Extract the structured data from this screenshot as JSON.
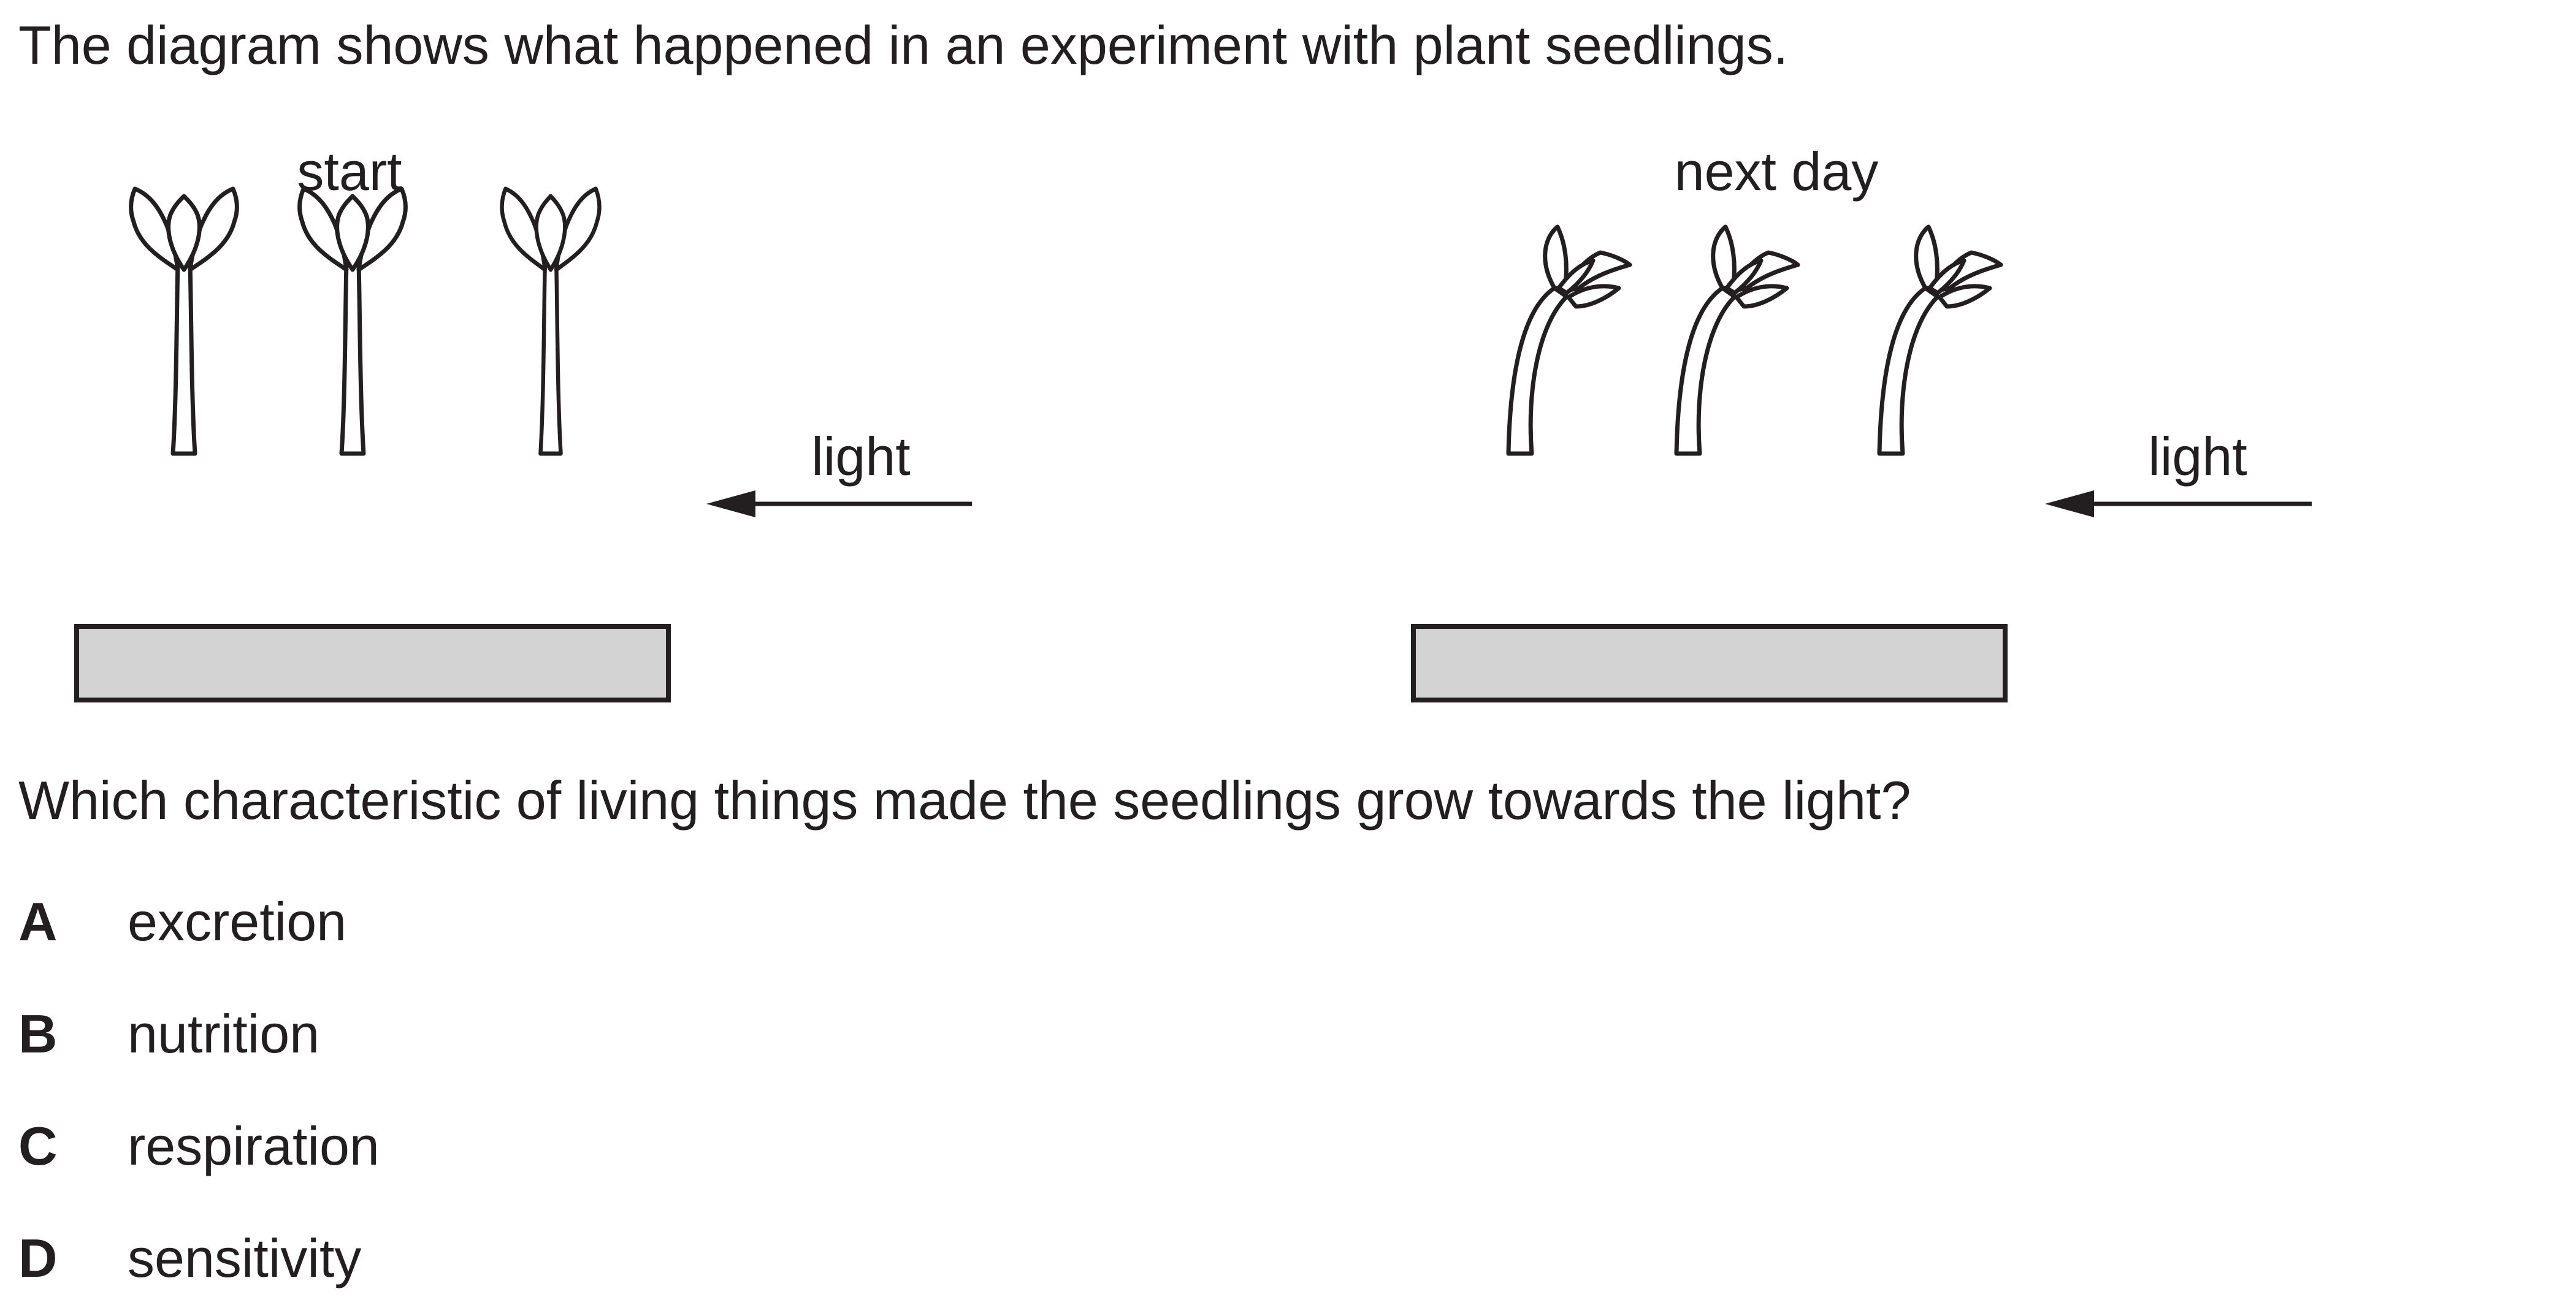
{
  "intro": "The diagram shows what happened in an experiment with plant seedlings.",
  "diagram": {
    "start_label": "start",
    "next_day_label": "next day",
    "light_label_left": "light",
    "light_label_right": "light"
  },
  "question": "Which characteristic of living things made the seedlings grow towards the light?",
  "options": [
    {
      "letter": "A",
      "text": "excretion"
    },
    {
      "letter": "B",
      "text": "nutrition"
    },
    {
      "letter": "C",
      "text": "respiration"
    },
    {
      "letter": "D",
      "text": "sensitivity"
    }
  ],
  "colors": {
    "ink": "#231f20",
    "tray": "#d3d3d3"
  }
}
